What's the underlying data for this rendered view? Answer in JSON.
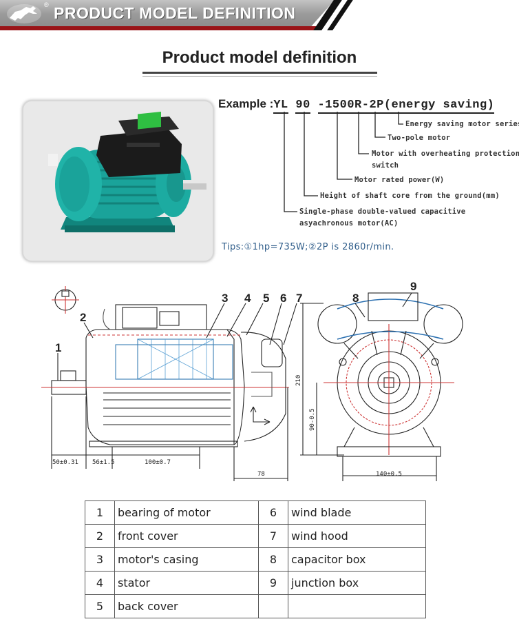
{
  "header": {
    "title": "PRODUCT MODEL DEFINITION",
    "reg_mark": "®"
  },
  "main_title": "Product model definition",
  "example": {
    "prefix": "Example :",
    "segments": [
      "YL",
      "90",
      "-1500",
      "R",
      "-2P",
      "(energy saving)"
    ]
  },
  "explanations": [
    "Energy saving motor series",
    "Two-pole motor",
    "Motor with overheating protection",
    "switch",
    "Motor rated power(W)",
    "Height of shaft core from the ground(mm)",
    "Single-phase double-valued capacitive",
    "asyachronous motor(AC)"
  ],
  "tips": "Tips:①1hp=735W;②2P is 2860r/min.",
  "drawing": {
    "part_numbers": [
      "1",
      "2",
      "3",
      "4",
      "5",
      "6",
      "7",
      "8",
      "9"
    ],
    "dimensions": [
      "50±0.31",
      "56±1.5",
      "100±0.7",
      "78",
      "140±0.5",
      "210",
      "90-0.5"
    ]
  },
  "parts_table": [
    {
      "n1": "1",
      "name1": "bearing of motor",
      "n2": "6",
      "name2": "wind blade"
    },
    {
      "n1": "2",
      "name1": "front cover",
      "n2": "7",
      "name2": "wind hood"
    },
    {
      "n1": "3",
      "name1": "motor's casing",
      "n2": "8",
      "name2": "capacitor box"
    },
    {
      "n1": "4",
      "name1": "stator",
      "n2": "9",
      "name2": "junction box"
    },
    {
      "n1": "5",
      "name1": "back cover",
      "n2": "",
      "name2": ""
    }
  ],
  "colors": {
    "header_red": "#9a1519",
    "tips_blue": "#2f5d8a",
    "motor_teal": "#1aa39a"
  }
}
